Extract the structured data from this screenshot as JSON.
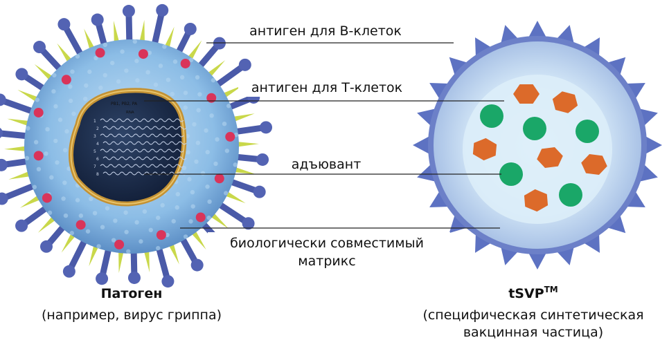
{
  "labels": {
    "antigen_b": "антиген для В-клеток",
    "antigen_t": "антиген для Т-клеток",
    "adjuvant": "адъювант",
    "matrix_line1": "биологически совместимый",
    "matrix_line2": "матрикс"
  },
  "left": {
    "title": "Патоген",
    "subtitle": "(например, вирус гриппа)",
    "rna_header": "PB1, PB2, PA",
    "rna_subheader": "RNA",
    "segments": [
      "1",
      "2",
      "3",
      "4",
      "5",
      "6",
      "7",
      "8"
    ]
  },
  "right": {
    "title": "tSVP",
    "title_sup": "TM",
    "subtitle_line1": "(специфическая синтетическая",
    "subtitle_line2": "вакцинная частица)"
  },
  "colors": {
    "virus_body": "#7fb2de",
    "virus_spike": "#4a5aa8",
    "virus_green_spike": "#c9d84a",
    "virus_red_dot": "#d9345a",
    "core_dark": "#1c2c4a",
    "core_ring": "#b8862e",
    "tsvp_outer": "#5d72c2",
    "tsvp_inner": "#dcecf8",
    "green_dot": "#1aa768",
    "orange_hex": "#dc6a2a"
  }
}
